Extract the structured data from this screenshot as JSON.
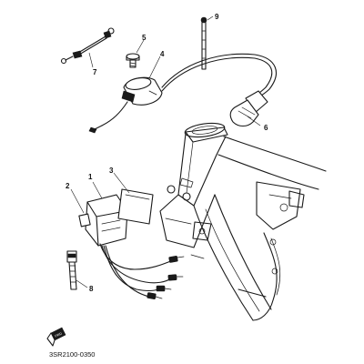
{
  "diagram": {
    "part_number": "3SR2100-0350",
    "callouts": [
      "1",
      "2",
      "3",
      "4",
      "5",
      "6",
      "7",
      "8",
      "9"
    ],
    "fwd_label": "FWD"
  }
}
